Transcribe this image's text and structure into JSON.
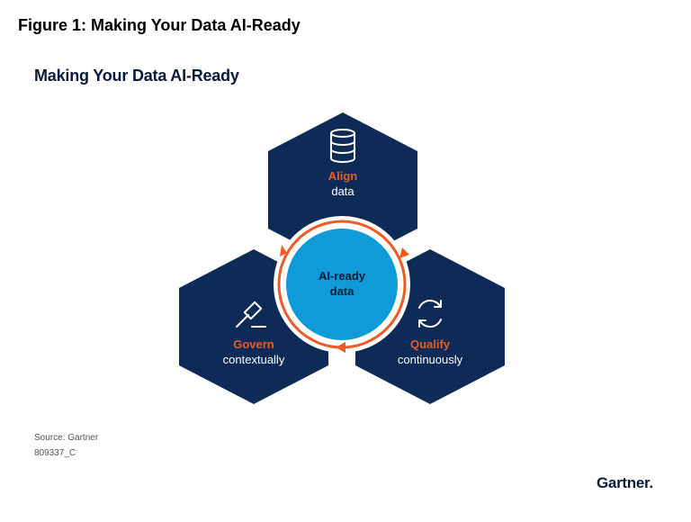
{
  "figure_title": "Figure 1: Making Your Data AI-Ready",
  "diagram_title": "Making Your Data AI-Ready",
  "colors": {
    "hex_fill": "#0e2a57",
    "accent": "#ee5a24",
    "center_fill": "#0f9bd7",
    "ring_bg": "#ffffff"
  },
  "hexagons": [
    {
      "title": "Align",
      "subtitle": "data",
      "icon": "database-icon"
    },
    {
      "title": "Govern",
      "subtitle": "contextually",
      "icon": "gavel-icon"
    },
    {
      "title": "Qualify",
      "subtitle": "continuously",
      "icon": "refresh-icon"
    }
  ],
  "center": {
    "line1": "AI-ready",
    "line2": "data"
  },
  "source": "Source: Gartner",
  "doc_id": "809337_C",
  "logo": "Gartner"
}
